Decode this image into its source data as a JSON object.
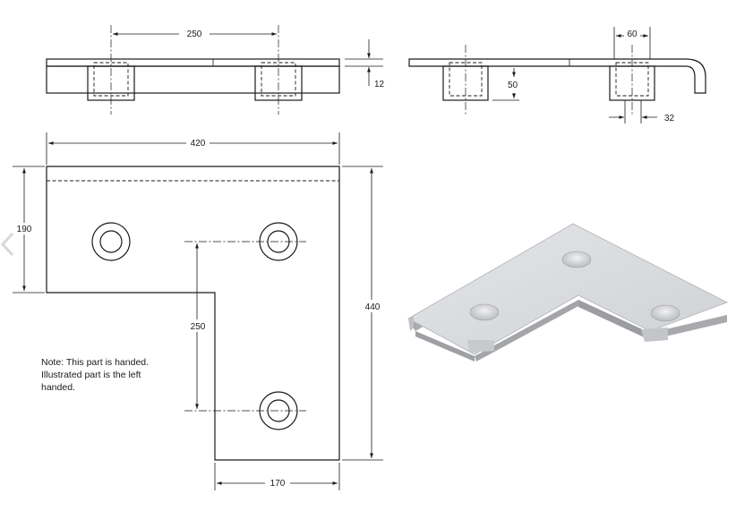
{
  "dimensions": {
    "top_center_spacing": "250",
    "plate_thickness": "12",
    "flange_width": "60",
    "flange_height": "50",
    "flange_offset": "32",
    "overall_width": "420",
    "arm_height": "190",
    "overall_height": "440",
    "vertical_hole_spacing": "250",
    "leg_width": "170"
  },
  "note": {
    "line1": "Note: This part is handed.",
    "line2": "Illustrated part is the left",
    "line3": "handed."
  },
  "colors": {
    "ink": "#1a1a1a",
    "part_top": "#d9dadd",
    "part_side": "#b8babe",
    "background": "#ffffff"
  }
}
